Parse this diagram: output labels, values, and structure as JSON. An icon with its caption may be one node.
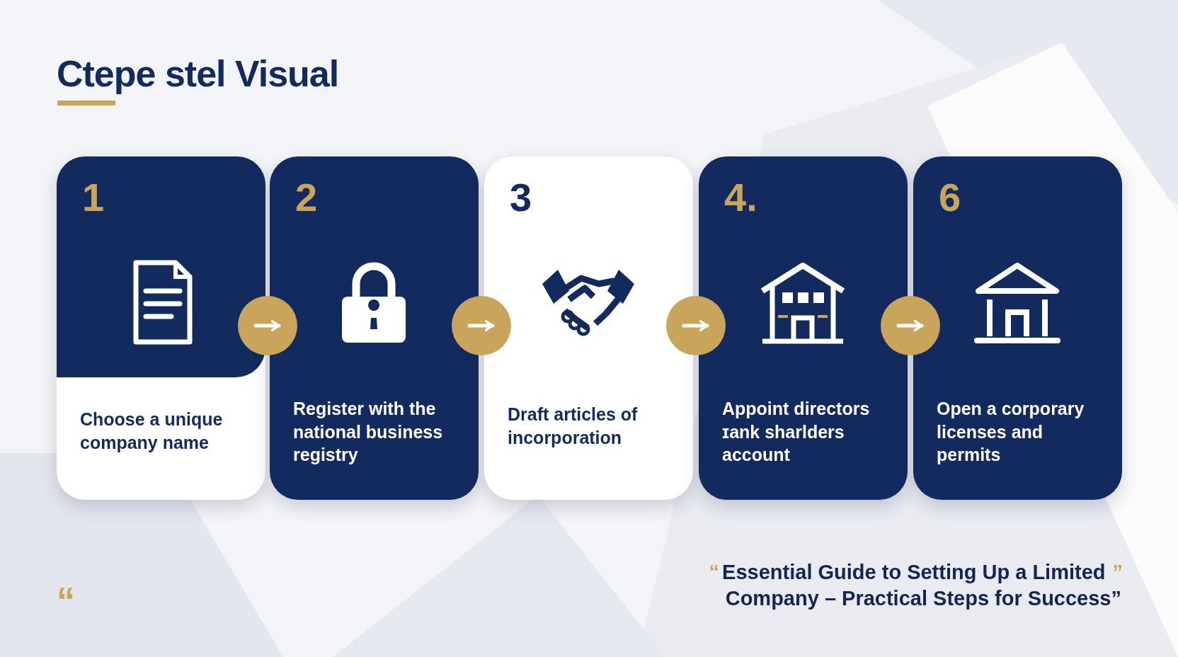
{
  "diagram": {
    "title": "Ctepe stel Visual",
    "nodes": [
      {
        "text": [
          "1",
          "Choose a unique company name"
        ]
      },
      {
        "text": [
          "2",
          "Register with the national business registry"
        ]
      },
      {
        "text": [
          "3",
          "Draft articles of incorporation"
        ]
      },
      {
        "text": [
          "4.",
          "Appoint directors ɪank sharlders account"
        ]
      },
      {
        "text": [
          "6",
          "Open a corporary licenses and permits"
        ]
      }
    ],
    "edges": [
      {
        "from": 0,
        "to": 1,
        "arrow": "to"
      },
      {
        "from": 1,
        "to": 2,
        "arrow": "to"
      },
      {
        "from": 2,
        "to": 3,
        "arrow": "to"
      },
      {
        "from": 3,
        "to": 4,
        "arrow": "to"
      }
    ],
    "labels": [
      "“",
      "Essential Guide to Setting Up a Limited",
      "”",
      "Company – Practical Steps for Success”",
      "“"
    ]
  }
}
